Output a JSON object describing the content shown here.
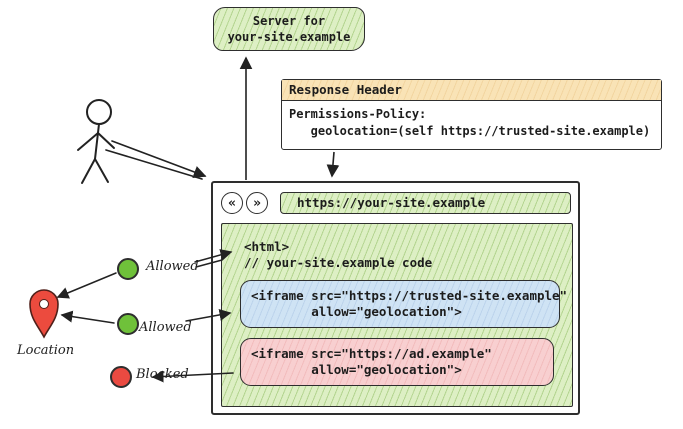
{
  "server": {
    "line1": "Server for",
    "line2": "your-site.example"
  },
  "response_header": {
    "title": "Response Header",
    "line1": "Permissions-Policy:",
    "line2": "   geolocation=(self https://trusted-site.example)"
  },
  "browser": {
    "back_glyph": "«",
    "forward_glyph": "»",
    "url": "https://your-site.example",
    "code_line1": "<html>",
    "code_line2": "// your-site.example code",
    "iframe_trusted_line1": "<iframe src=\"https://trusted-site.example\"",
    "iframe_trusted_line2": "        allow=\"geolocation\">",
    "iframe_ad_line1": "<iframe src=\"https://ad.example\"",
    "iframe_ad_line2": "        allow=\"geolocation\">"
  },
  "annotations": {
    "allowed_top": "Allowed",
    "allowed_mid": "Allowed",
    "blocked": "Blocked",
    "location": "Location"
  },
  "colors": {
    "green_fill": "#ddefc4",
    "green_hatch": "#76ac42",
    "blue_fill": "#cfe3f4",
    "pink_fill": "#f8cfd0",
    "tan_fill": "#f9e3b6",
    "allowed_dot": "#6fc13a",
    "blocked_dot": "#ea4a41",
    "pin_red": "#ec4b3e",
    "ink": "#2b2b2b"
  }
}
